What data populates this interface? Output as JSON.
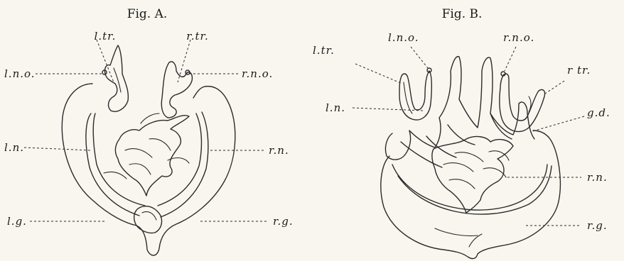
{
  "figures": [
    {
      "title": "Fig. A.",
      "labels": {
        "l_tr": "l.tr.",
        "r_tr": "r.tr.",
        "l_no": "l.n.o.",
        "r_no": "r.n.o.",
        "l_n": "l.n.",
        "r_n": "r.n.",
        "l_g": "l.g.",
        "r_g": "r.g."
      }
    },
    {
      "title": "Fig. B.",
      "labels": {
        "l_tr": "l.tr.",
        "l_no": "l.n.o.",
        "r_no": "r.n.o.",
        "r_tr": "r tr.",
        "l_n": "l.n.",
        "g_d": "g.d.",
        "r_n": "r.n.",
        "r_g": "r.g."
      }
    }
  ]
}
